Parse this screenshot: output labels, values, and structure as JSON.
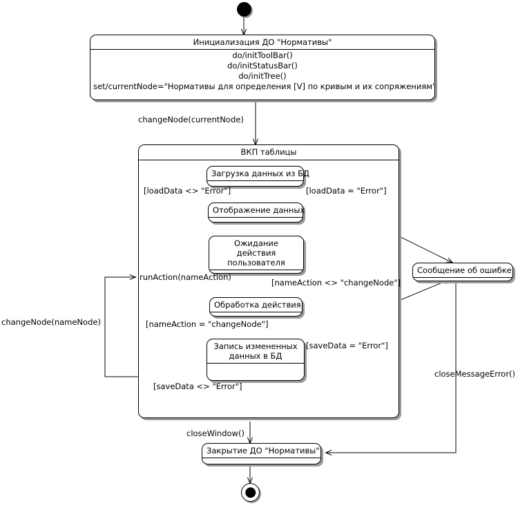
{
  "diagram": {
    "type": "uml-state-machine",
    "title": "",
    "background": "#ffffff",
    "line_color": "#000000",
    "shadow_color": "#9a9a9a"
  },
  "states": {
    "init_do": {
      "name": "Инициализация ДО \"Нормативы\"",
      "actions": [
        "do/initToolBar()",
        "do/initStatusBar()",
        "do/initTree()",
        "set/currentNode=\"Нормативы для определения [V] по кривым и их сопряжениям\""
      ]
    },
    "composite": {
      "name": "ВКП таблицы"
    },
    "load_data": {
      "name": "Загрузка данных из БД"
    },
    "show_data": {
      "name": "Отображение данных"
    },
    "wait_user": {
      "name_line1": "Ожидание действия",
      "name_line2": "пользователя"
    },
    "process_action": {
      "name": "Обработка действия"
    },
    "save_data": {
      "name_line1": "Запись измененных",
      "name_line2": "данных в БД"
    },
    "error_message": {
      "name": "Сообщение об ошибке"
    },
    "close_do": {
      "name": "Закрытие ДО \"Нормативы\""
    }
  },
  "transitions": {
    "change_node_current": "changeNode(currentNode)",
    "load_ok": "[loadData <> \"Error\"]",
    "load_err": "[loadData = \"Error\"]",
    "run_action": "runAction(nameAction)",
    "name_action_ne": "[nameAction <> \"changeNode\"]",
    "name_action_eq": "[nameAction = \"changeNode\"]",
    "save_err": "[saveData = \"Error\"]",
    "save_ok": "[saveData <> \"Error\"]",
    "change_node_name": "changeNode(nameNode)",
    "close_window": "closeWindow()",
    "close_message_error": "closeMessageError()"
  },
  "pseudostates": {
    "top_initial": "initial-state",
    "region_initial": "initial-state",
    "region_final": "final-state",
    "bottom_final": "final-state"
  }
}
